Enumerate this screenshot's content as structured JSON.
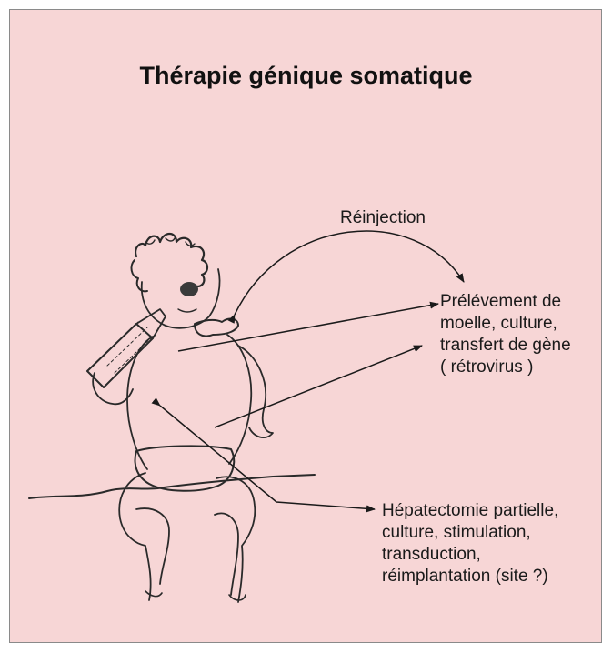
{
  "title": "Thérapie génique somatique",
  "labels": {
    "reinjection": "Réinjection",
    "prelevement": [
      "Prélévement de",
      "moelle, culture,",
      "transfert de gène",
      "( rétrovirus )"
    ],
    "hepatectomie": [
      "Hépatectomie partielle,",
      "culture, stimulation,",
      "transduction,",
      "réimplantation (site ?)"
    ]
  },
  "colors": {
    "background": "#f7d6d6",
    "ink": "#1a1a1a"
  }
}
